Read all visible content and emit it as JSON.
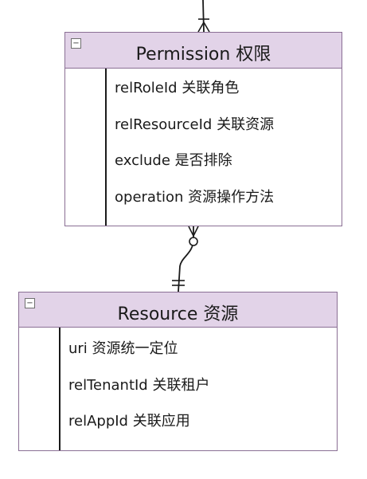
{
  "entities": {
    "permission": {
      "title": "Permission 权限",
      "collapse_symbol": "−",
      "fields": [
        "relRoleId 关联角色",
        "relResourceId 关联资源",
        "exclude 是否排除",
        "operation 资源操作方法"
      ]
    },
    "resource": {
      "title": "Resource 资源",
      "collapse_symbol": "−",
      "fields": [
        "uri 资源统一定位",
        "relTenantId 关联租户",
        "relAppId 关联应用"
      ]
    }
  },
  "colors": {
    "header_fill": "#e2d3e8",
    "border": "#8a6f94",
    "line": "#1a1a1a"
  },
  "relations": [
    {
      "from": "permission",
      "to": "resource",
      "from_end": "zero-or-many",
      "to_end": "one-and-only-one"
    }
  ]
}
